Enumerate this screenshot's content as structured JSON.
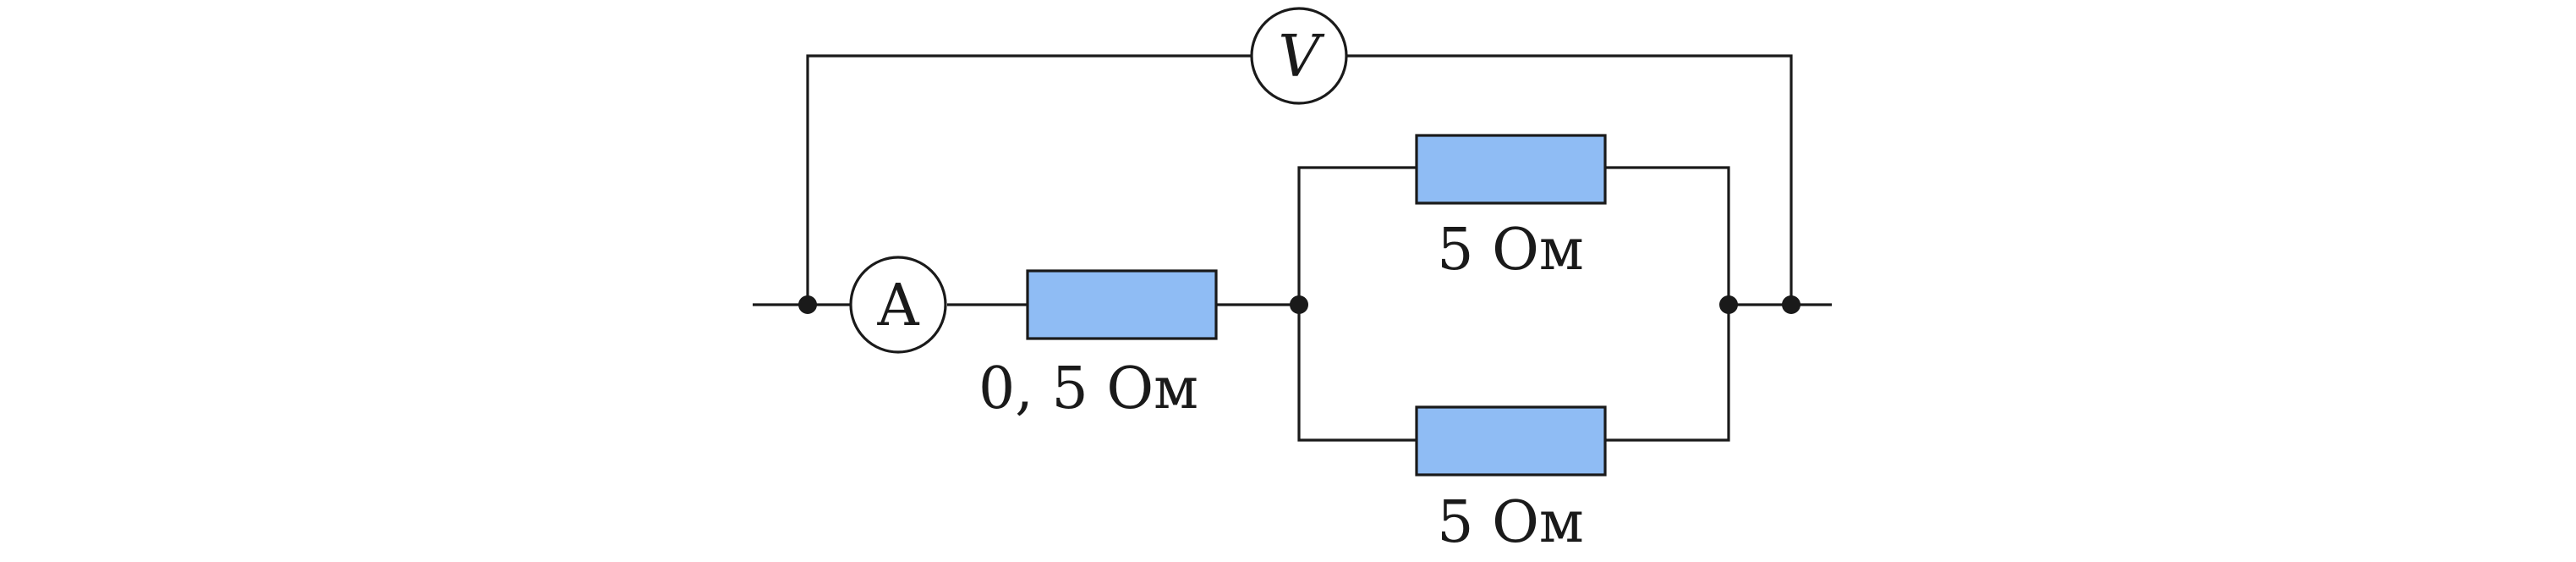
{
  "colors": {
    "resistor_fill": "#8fbcf4",
    "wire": "#1a1a1a",
    "background": "#ffffff"
  },
  "meters": {
    "voltmeter_symbol": "V",
    "ammeter_symbol": "A"
  },
  "resistors": {
    "series_label": "0, 5 Ом",
    "parallel_top_label": "5 Ом",
    "parallel_bottom_label": "5 Ом"
  }
}
